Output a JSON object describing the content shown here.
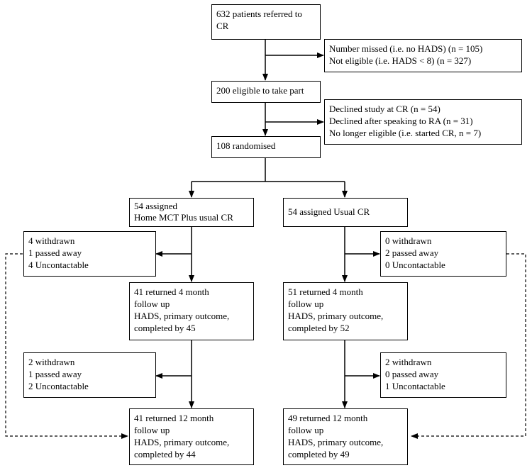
{
  "flowchart": {
    "referred": [
      "632 patients referred to",
      "CR"
    ],
    "excluded_screening": [
      "Number missed (i.e. no HADS) (n = 105)",
      "Not eligible (i.e. HADS < 8) (n = 327)"
    ],
    "eligible": [
      "200 eligible to take part"
    ],
    "declined": [
      "Declined study at CR (n = 54)",
      "Declined after speaking to RA (n = 31)",
      "No longer eligible (i.e. started CR, n = 7)"
    ],
    "randomised": [
      "108 randomised"
    ],
    "mct_arm": {
      "assigned": [
        "54 assigned",
        "Home MCT Plus usual CR"
      ],
      "loss_4m": [
        "4 withdrawn",
        "1 passed away",
        "4 Uncontactable"
      ],
      "followup_4m": [
        "41 returned 4 month",
        "follow up",
        "HADS, primary outcome,",
        "completed by 45"
      ],
      "loss_12m": [
        "2 withdrawn",
        "1 passed away",
        "2 Uncontactable"
      ],
      "followup_12m": [
        "41 returned 12 month",
        "follow up",
        "HADS, primary outcome,",
        "completed by 44"
      ]
    },
    "usual_arm": {
      "assigned": [
        "54 assigned Usual CR"
      ],
      "loss_4m": [
        "0 withdrawn",
        "2 passed away",
        "0 Uncontactable"
      ],
      "followup_4m": [
        "51 returned 4 month",
        "follow up",
        "HADS, primary outcome,",
        "completed by 52"
      ],
      "loss_12m": [
        "2 withdrawn",
        "0 passed away",
        "1 Uncontactable"
      ],
      "followup_12m": [
        "49 returned 12 month",
        "follow up",
        "HADS, primary outcome,",
        "completed by 49"
      ]
    }
  }
}
